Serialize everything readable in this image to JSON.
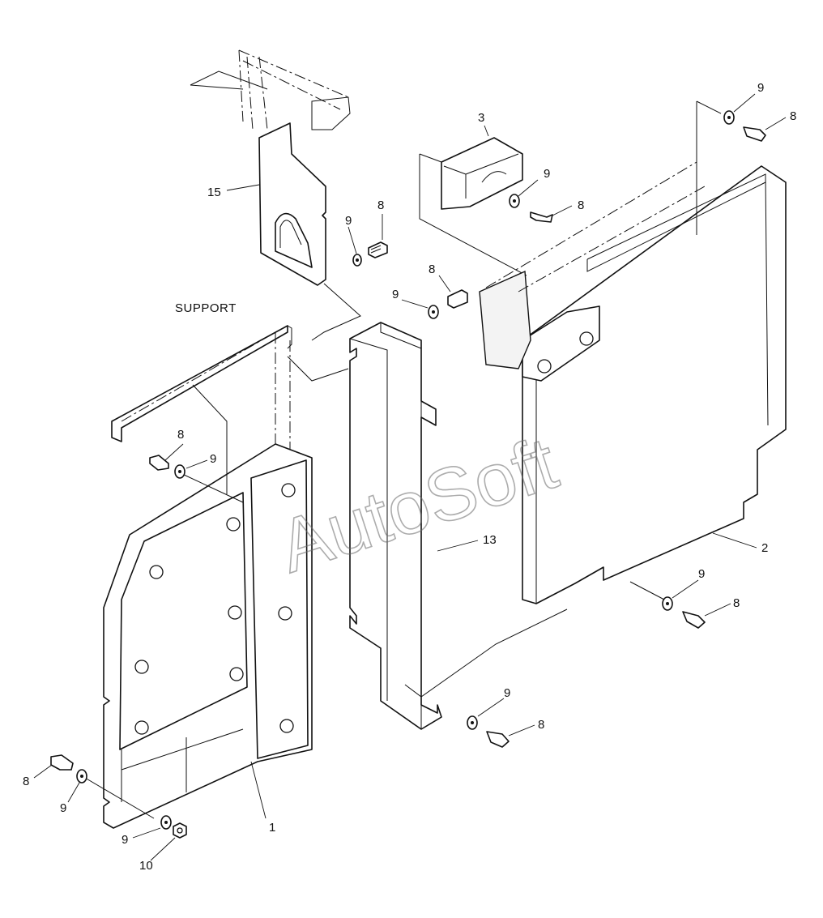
{
  "watermark": "AutoSoft",
  "caption": "SUPPORT",
  "labels": {
    "p15": "15",
    "p3": "3",
    "p9a": "9",
    "p8a": "8",
    "p9b": "9",
    "p8b": "8",
    "p9c": "9",
    "p8c": "8",
    "p9d": "9",
    "p8d": "8",
    "p9e": "9",
    "p8e": "8",
    "p13": "13",
    "p2": "2",
    "p9f": "9",
    "p8f": "8",
    "p9g": "9",
    "p8g": "8",
    "p8h": "8",
    "p9h": "9",
    "p9i": "9",
    "p10": "10",
    "p1": "1"
  }
}
